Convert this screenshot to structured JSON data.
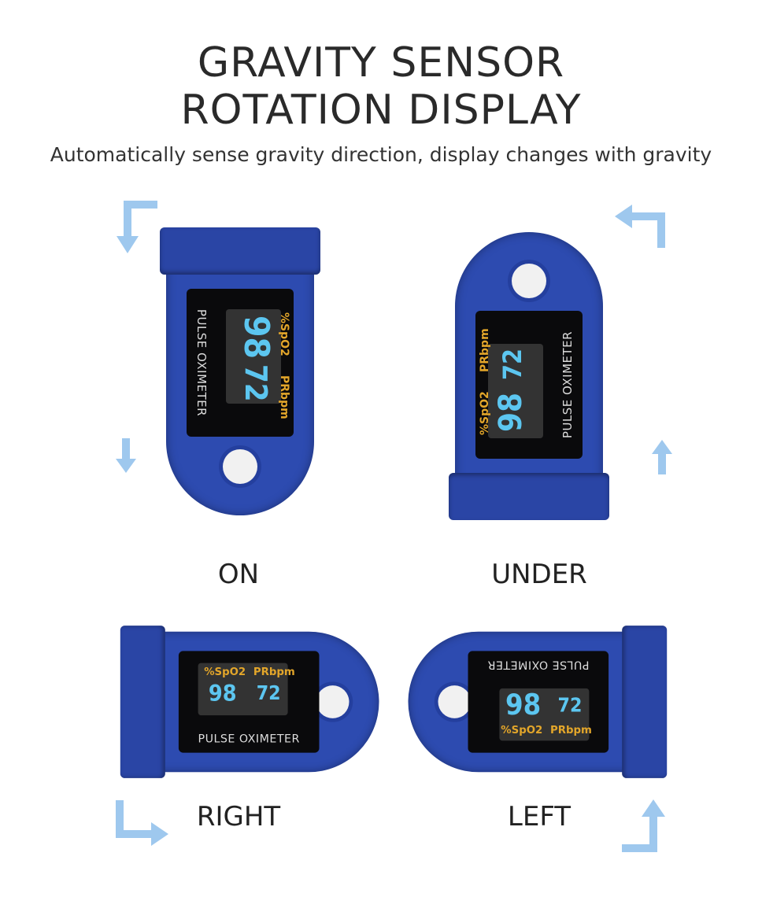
{
  "title_line1": "GRAVITY SENSOR",
  "title_line2": "ROTATION DISPLAY",
  "subtitle": "Automatically sense gravity direction, display changes with gravity",
  "device": {
    "spo2": "98",
    "pr": "72",
    "spo2_unit": "%SpO2",
    "pr_unit": "PRbpm",
    "brand": "PULSE OXIMETER"
  },
  "orientations": [
    {
      "label": "ON"
    },
    {
      "label": "UNDER"
    },
    {
      "label": "RIGHT"
    },
    {
      "label": "LEFT"
    }
  ],
  "colors": {
    "device": "#2d4bb0",
    "arrow": "#9ec8ee",
    "digits": "#5cc6f0",
    "units": "#e3a62a"
  }
}
